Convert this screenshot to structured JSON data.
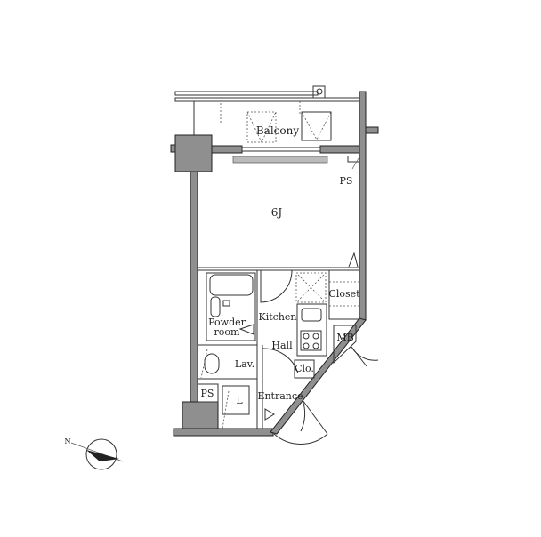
{
  "floor_plan": {
    "rooms": {
      "balcony": "Balcony",
      "main_room": "6J",
      "ps_top": "PS",
      "closet": "Closet",
      "kitchen": "Kitchen",
      "powder_room_line1": "Powder",
      "powder_room_line2": "room",
      "hall": "Hall",
      "mb": "MB",
      "lav": "Lav.",
      "clo": "Clo.",
      "ps_bottom": "PS",
      "l": "L",
      "entrance": "Entrance"
    },
    "compass": {
      "north_label": "N"
    },
    "colors": {
      "wall": "#8f8f8f",
      "line": "#333333"
    }
  }
}
